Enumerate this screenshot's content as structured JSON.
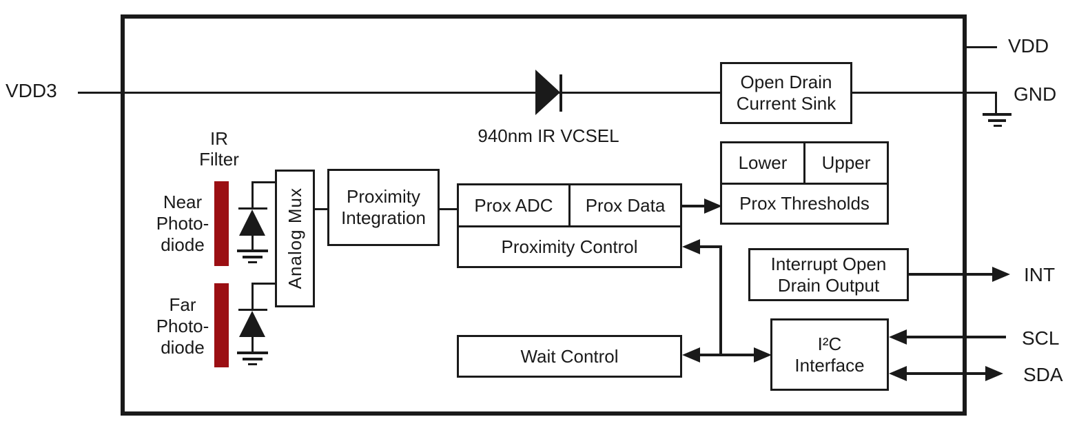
{
  "pins": {
    "vdd3": "VDD3",
    "vdd": "VDD",
    "gnd": "GND",
    "int": "INT",
    "scl": "SCL",
    "sda": "SDA"
  },
  "annotations": {
    "vcsel": "940nm IR VCSEL",
    "ir_filter": [
      "IR",
      "Filter"
    ],
    "near_photodiode": [
      "Near",
      "Photo-",
      "diode"
    ],
    "far_photodiode": [
      "Far",
      "Photo-",
      "diode"
    ]
  },
  "blocks": {
    "open_drain_current_sink": [
      "Open Drain",
      "Current Sink"
    ],
    "lower": "Lower",
    "upper": "Upper",
    "prox_thresholds": "Prox Thresholds",
    "prox_adc": "Prox ADC",
    "prox_data": "Prox Data",
    "proximity_control": "Proximity Control",
    "proximity_integration": [
      "Proximity",
      "Integration"
    ],
    "analog_mux": "Analog Mux",
    "wait_control": "Wait Control",
    "interrupt_open_drain_output": [
      "Interrupt Open",
      "Drain Output"
    ],
    "i2c_interface": [
      "I²C",
      "Interface"
    ]
  },
  "colors": {
    "ink": "#1a1a1a",
    "ir_filter_red": "#9b0f13",
    "background": "#ffffff"
  }
}
